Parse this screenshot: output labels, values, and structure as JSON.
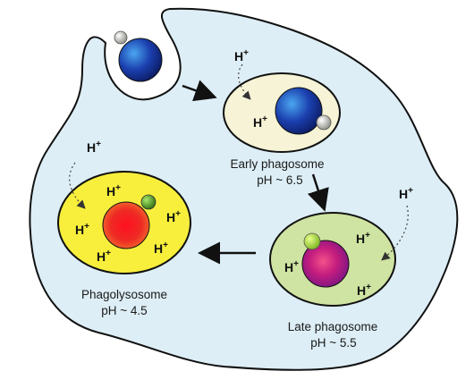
{
  "colors": {
    "cell_fill": "#ddeef6",
    "outline": "#111111",
    "early_fill": "#f6f3d6",
    "late_fill": "#cfe3a2",
    "lyso_fill": "#f7ef3c",
    "bacterium_blue": "#1b3fae",
    "bacterium_magenta": "#a2148c",
    "bacterium_red": "#ee1c24",
    "bead_grey": "#cfcfc4",
    "bead_green": "#5aa02c"
  },
  "proton": {
    "symbol": "H",
    "charge": "+"
  },
  "compartments": {
    "early": {
      "name": "Early phagosome",
      "ph": "pH ~ 6.5"
    },
    "late": {
      "name": "Late phagosome",
      "ph": "pH ~ 5.5"
    },
    "lyso": {
      "name": "Phagolysosome",
      "ph": "pH ~ 4.5"
    }
  }
}
